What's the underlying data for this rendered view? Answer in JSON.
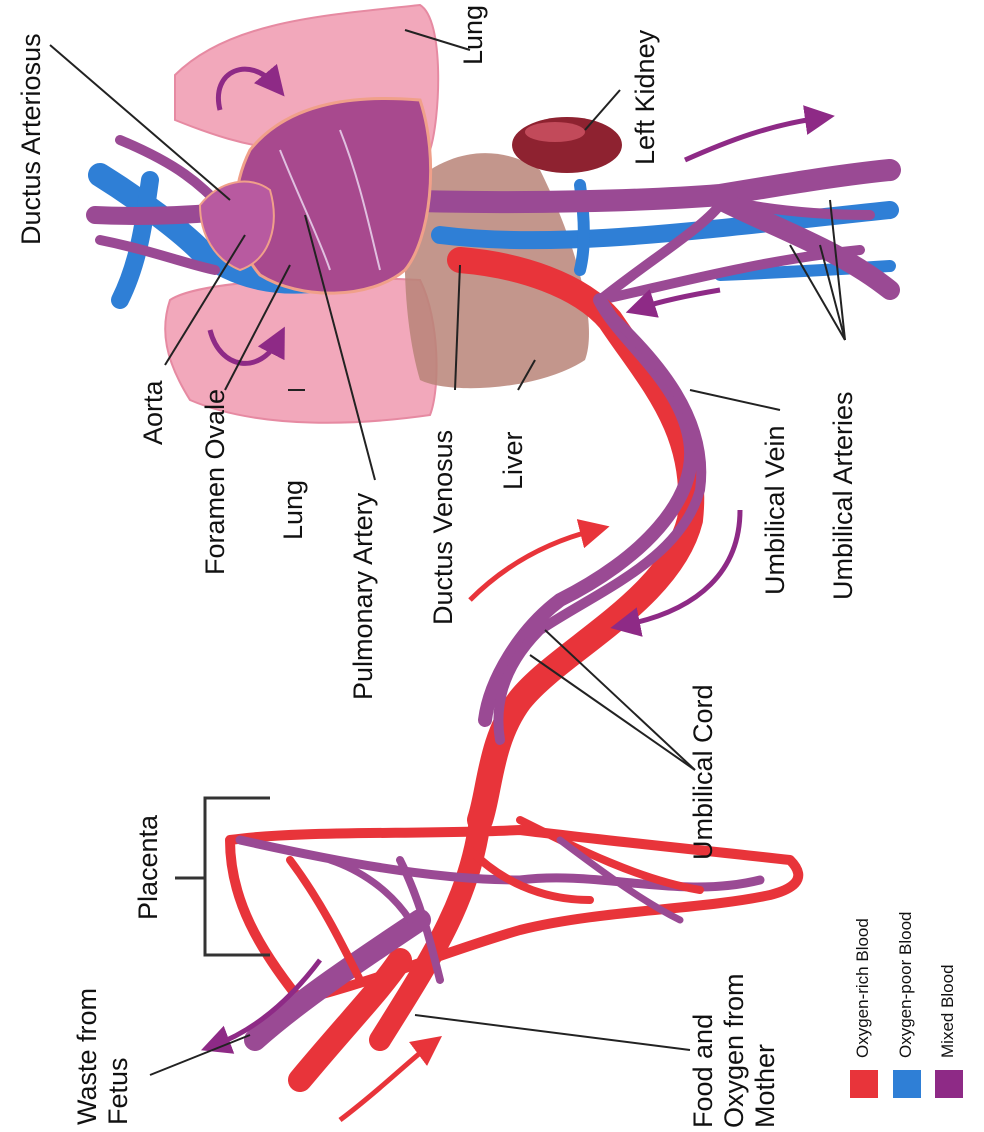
{
  "labels": {
    "ductus_arteriosus": "Ductus Arteriosus",
    "lung_top": "Lung",
    "left_kidney": "Left Kidney",
    "aorta": "Aorta",
    "foramen_ovale": "Foramen Ovale",
    "lung_bottom": "Lung",
    "pulmonary_artery": "Pulmonary Artery",
    "ductus_venosus": "Ductus Venosus",
    "liver": "Liver",
    "umbilical_vein": "Umbilical Vein",
    "umbilical_arteries": "Umbilical Arteries",
    "umbilical_cord": "Umbilical Cord",
    "placenta": "Placenta",
    "waste_from_fetus": "Waste from\nFetus",
    "food_oxygen_mother": "Food and\nOxygen from\nMother"
  },
  "legend": [
    {
      "label": "Oxygen-rich Blood",
      "color": "#e8343a"
    },
    {
      "label": "Oxygen-poor Blood",
      "color": "#2f7fd6"
    },
    {
      "label": "Mixed Blood",
      "color": "#8e2a86"
    }
  ],
  "colors": {
    "oxygen_rich": "#e8343a",
    "oxygen_poor": "#2f7fd6",
    "mixed": "#9a4a94",
    "lung": "#f2a8bb",
    "heart": "#a8498e",
    "liver": "#b98478",
    "kidney": "#8e2230"
  }
}
